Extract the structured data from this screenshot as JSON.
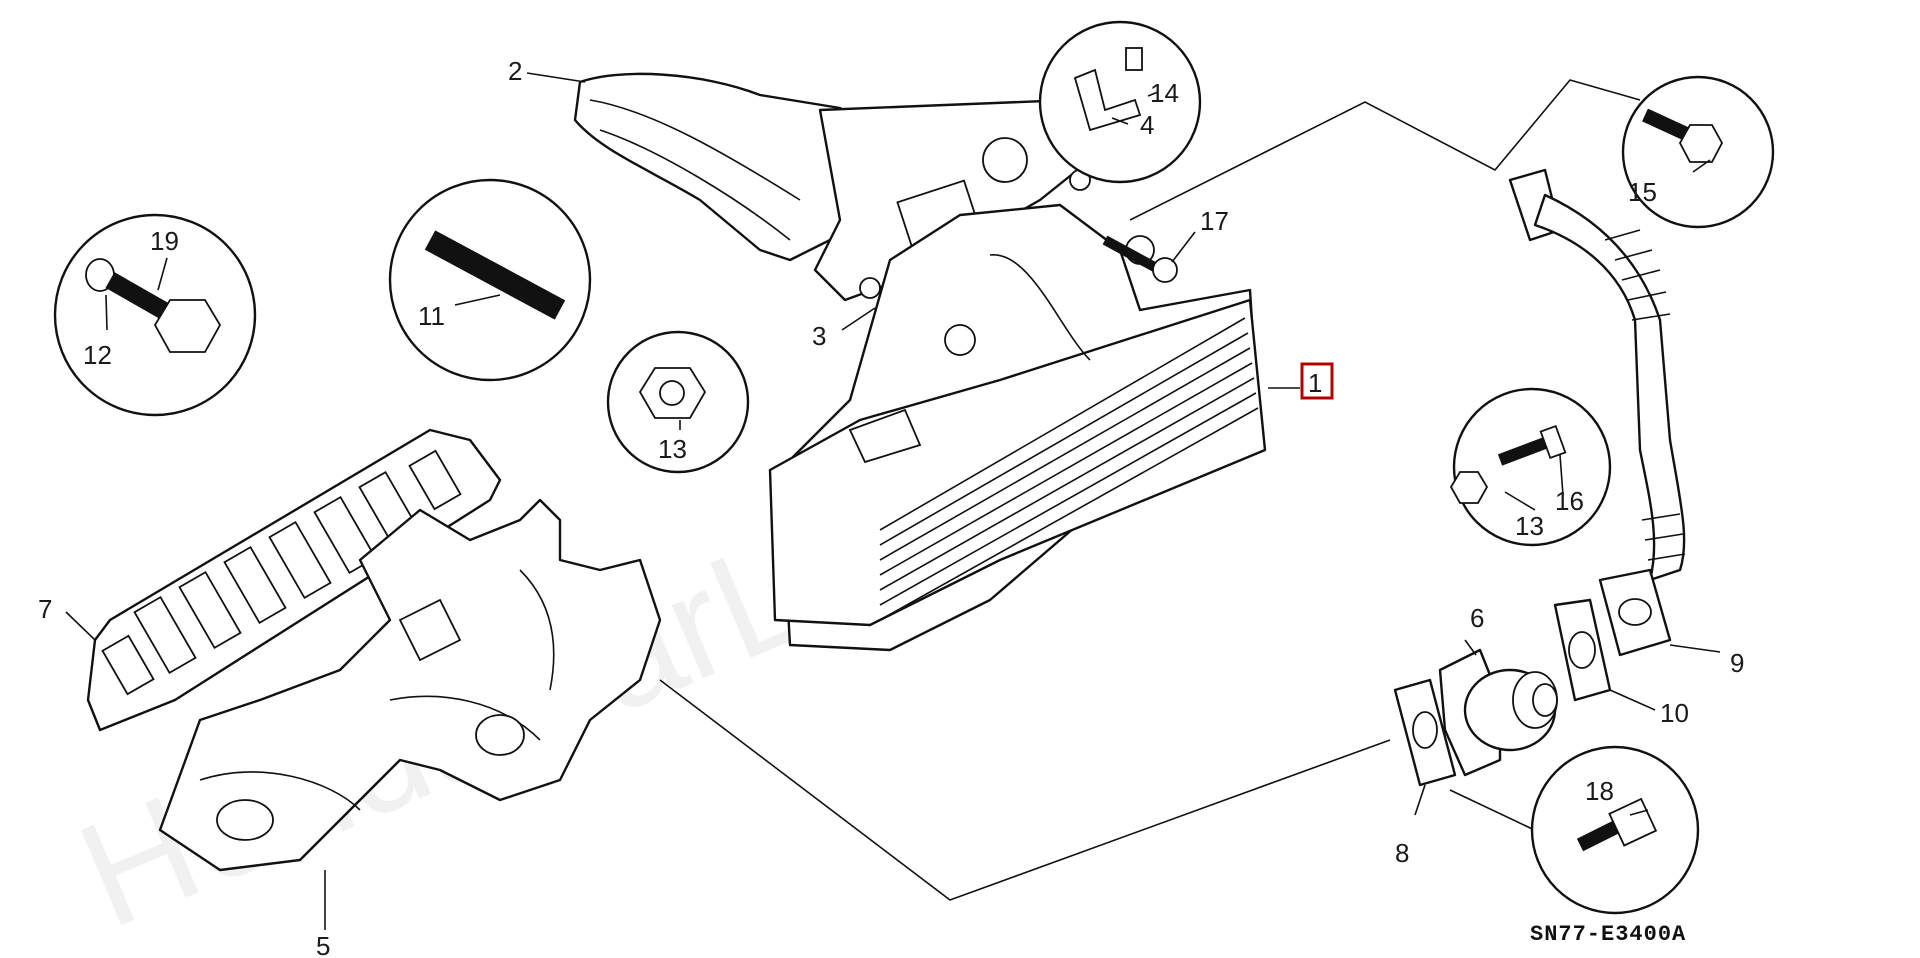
{
  "watermark": "HondaCarLine.ru",
  "diagram_code": "SN77-E3400A",
  "callouts": {
    "p1": "1",
    "p2": "2",
    "p3": "3",
    "p4": "4",
    "p5": "5",
    "p6": "6",
    "p7": "7",
    "p8": "8",
    "p9": "9",
    "p10": "10",
    "p11": "11",
    "p12": "12",
    "p13a": "13",
    "p13b": "13",
    "p14": "14",
    "p15": "15",
    "p16": "16",
    "p17": "17",
    "p18": "18",
    "p19": "19"
  },
  "colors": {
    "highlight": "#b30000",
    "line": "#111111"
  }
}
